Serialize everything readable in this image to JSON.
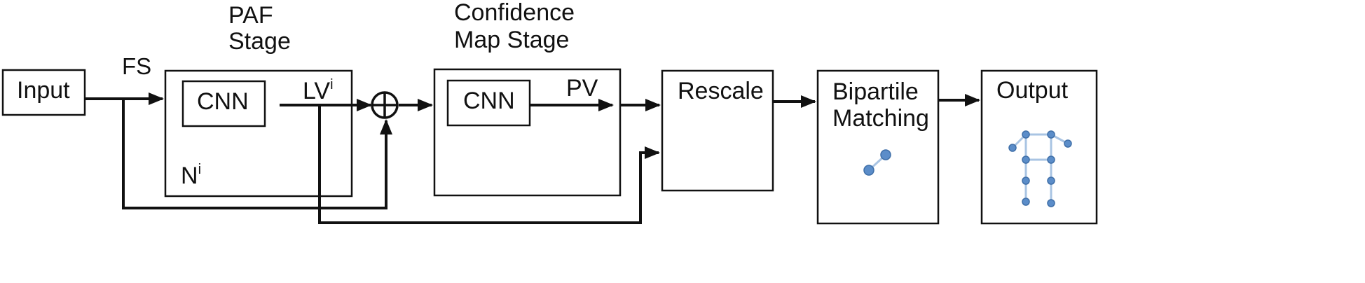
{
  "labels": {
    "input": "Input",
    "fs": "FS",
    "paf_stage_line1": "PAF",
    "paf_stage_line2": "Stage",
    "cnn_paf": "CNN",
    "lv": "LV",
    "lv_sup": "i",
    "n": "N",
    "n_sup": "i",
    "confidence_line1": "Confidence",
    "confidence_line2": "Map Stage",
    "cnn_conf": "CNN",
    "pv": "PV",
    "rescale": "Rescale",
    "bipartite_line1": "Bipartile",
    "bipartite_line2": "Matching",
    "output": "Output"
  },
  "symbols": {
    "sum_icon": "circled-plus-icon"
  },
  "colors": {
    "line": "#111111",
    "skeleton_joint": "#5b8dc9",
    "skeleton_bone": "#a9c4e3"
  }
}
